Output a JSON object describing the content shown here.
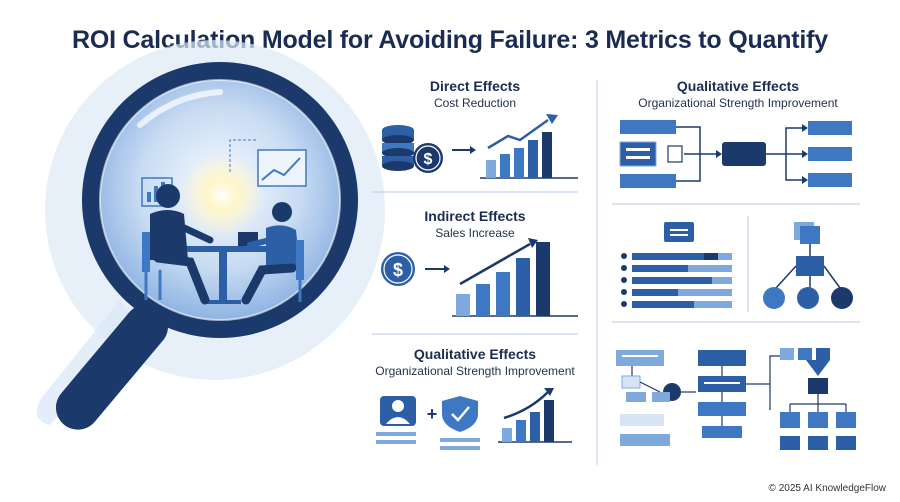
{
  "title": "ROI Calculation Model for Avoiding Failure: 3 Metrics to Quantify",
  "direct": {
    "title": "Direct Effects",
    "subtitle": "Cost Reduction",
    "currency": "$"
  },
  "indirect": {
    "title": "Indirect Effects",
    "subtitle": "Sales Increase",
    "currency": "$"
  },
  "qualitative_bottom": {
    "title": "Qualitative Effects",
    "subtitle": "Organizational Strength Improvement"
  },
  "qualitative_right": {
    "title": "Qualitative Effects",
    "subtitle": "Organizational Strength Improvement"
  },
  "copyright": "© 2025 AI KnowledgeFlow",
  "colors": {
    "navy": "#1b3a6b",
    "mid": "#3f78c2",
    "light": "#7fa8dd",
    "pale": "#d6e4f5",
    "text": "#1b2c52"
  }
}
